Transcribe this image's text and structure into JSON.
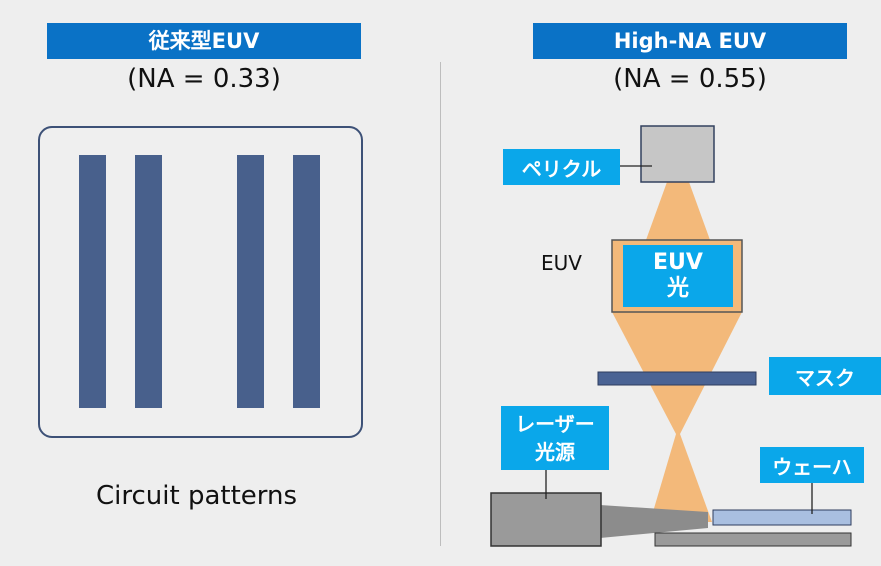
{
  "left": {
    "header": "従来型EUV",
    "na": "(NA = 0.33)",
    "caption": "Circuit patterns"
  },
  "right": {
    "header": "High-NA  EUV",
    "na": "(NA = 0.55)",
    "labels": {
      "pellicle": "ペリクル",
      "euv_side": "EUV",
      "euv_light_1": "EUV",
      "euv_light_2": "光",
      "mask": "マスク",
      "laser_1": "レーザー",
      "laser_2": "光源",
      "wafer": "ウェーハ"
    }
  },
  "colors": {
    "header_blue": "#0a72c6",
    "label_cyan": "#0aa7ea",
    "stripe_navy": "#48608c",
    "beam_orange": "#f3b97a"
  }
}
